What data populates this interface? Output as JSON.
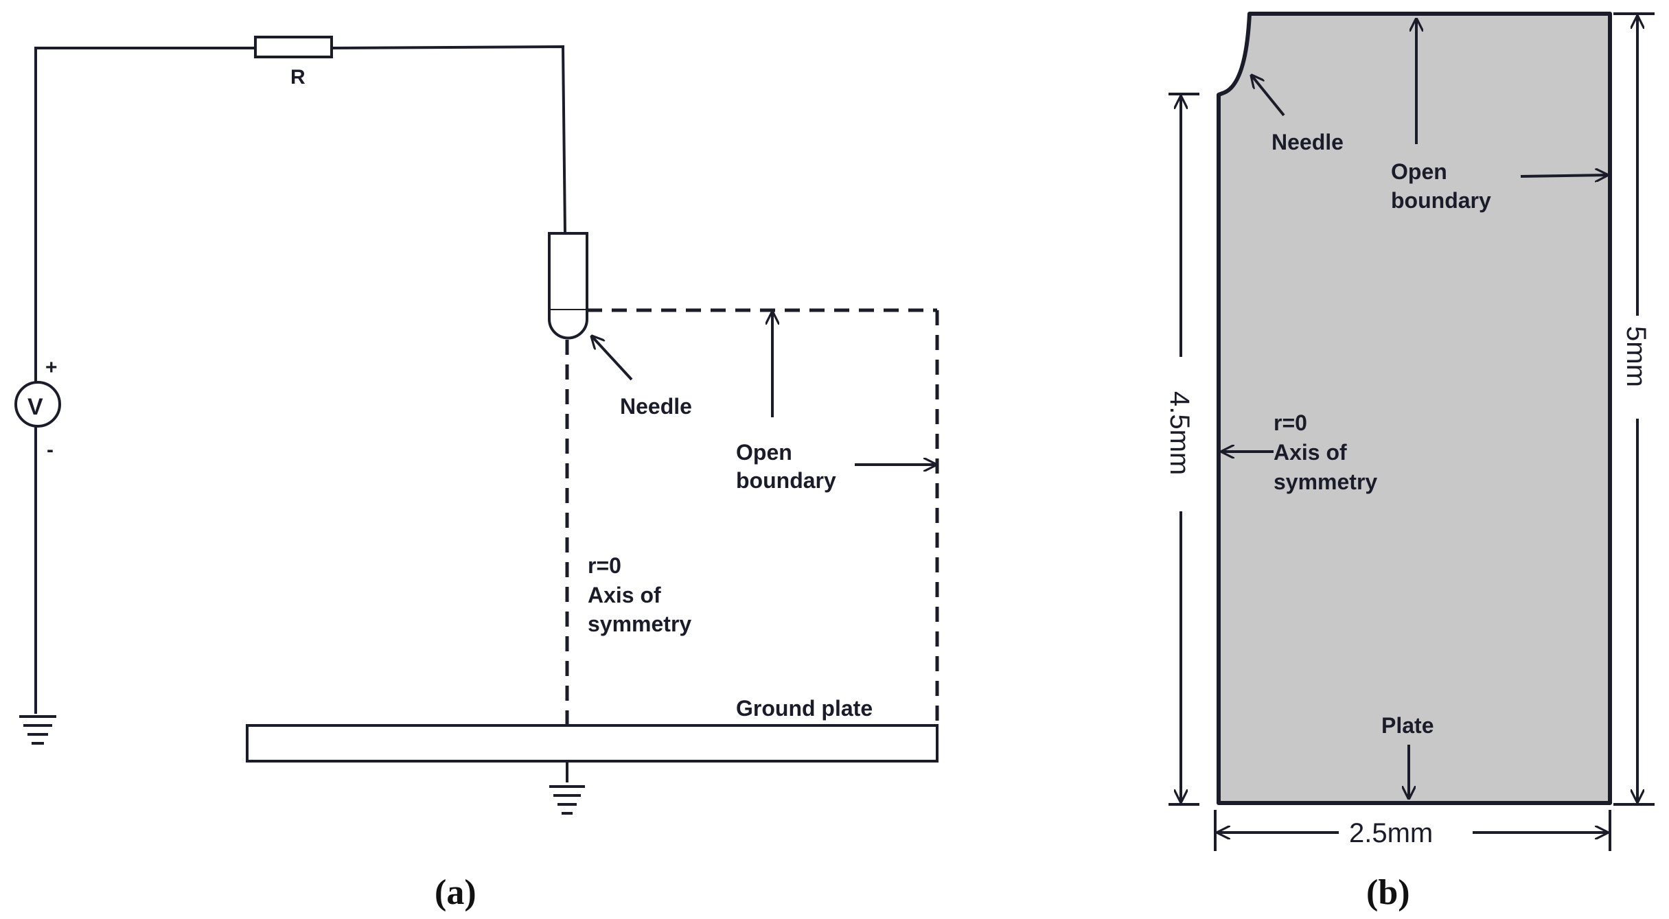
{
  "panel_a": {
    "resistor_label": "R",
    "source_label": "V",
    "plus_sign": "+",
    "minus_sign": "-",
    "needle_label": "Needle",
    "open_boundary_line1": "Open",
    "open_boundary_line2": "boundary",
    "axis_line1": "r=0",
    "axis_line2": "Axis of",
    "axis_line3": "symmetry",
    "ground_plate_label": "Ground plate",
    "caption": "(a)"
  },
  "panel_b": {
    "needle_label": "Needle",
    "open_boundary_line1": "Open",
    "open_boundary_line2": "boundary",
    "axis_line1": "r=0",
    "axis_line2": "Axis of",
    "axis_line3": "symmetry",
    "plate_label": "Plate",
    "height_left_dim": "4.5mm",
    "height_right_dim": "5mm",
    "width_dim": "2.5mm",
    "domain_fill": "#c8c8c8",
    "caption": "(b)"
  },
  "colors": {
    "line": "#1b1c2a"
  }
}
